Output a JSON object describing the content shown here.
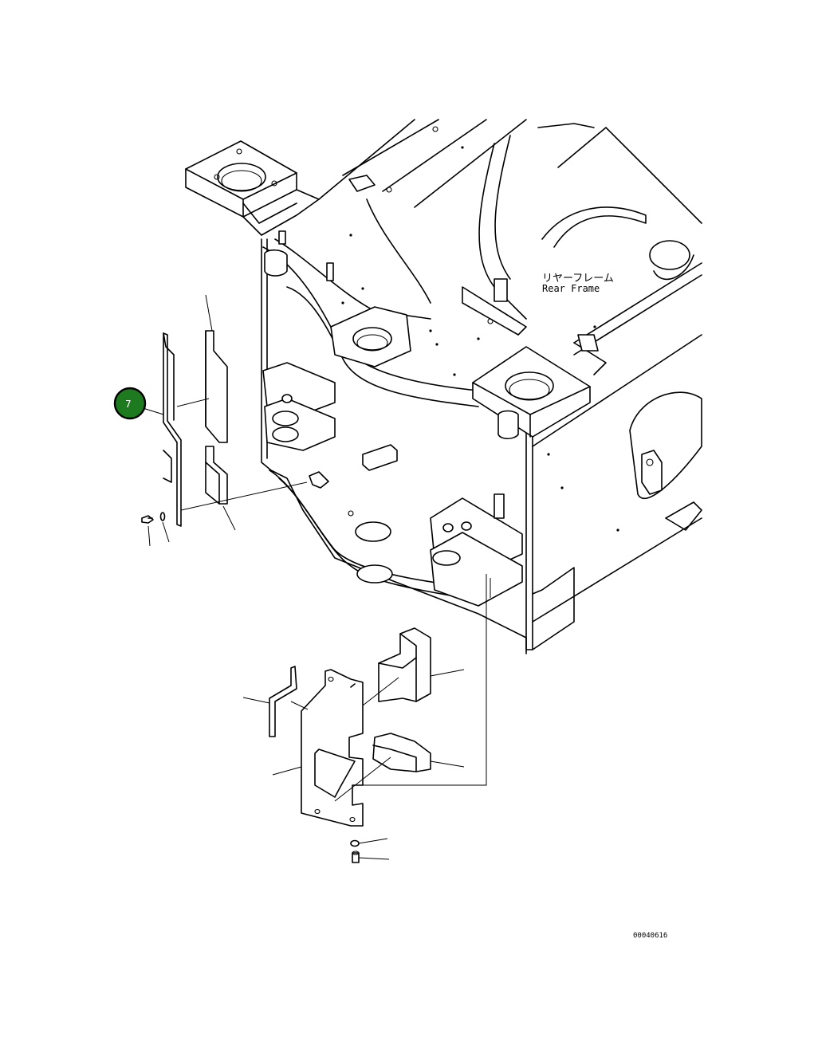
{
  "labels": {
    "frame_jp": "リヤーフレーム",
    "frame_en": "Rear Frame",
    "drawing_ref": "00040616"
  },
  "callout": {
    "number": "7",
    "color": "#1e7a1e"
  }
}
